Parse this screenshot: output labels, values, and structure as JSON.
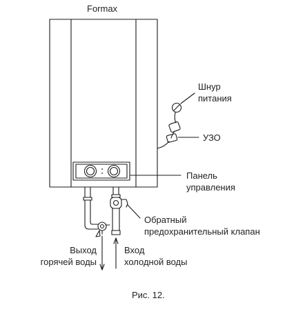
{
  "figure": {
    "title": "Formax",
    "caption": "Рис. 12."
  },
  "labels": {
    "power_cord": [
      "Шнур",
      "питания"
    ],
    "rcd": "УЗО",
    "control_panel": [
      "Панель",
      "управления"
    ],
    "check_valve": [
      "Обратный",
      "предохранительный клапан"
    ],
    "hot_water_out": [
      "Выход",
      "горячей воды"
    ],
    "cold_water_in": [
      "Вход",
      "холодной воды"
    ]
  },
  "panel": {
    "separator_glyph": ":"
  }
}
